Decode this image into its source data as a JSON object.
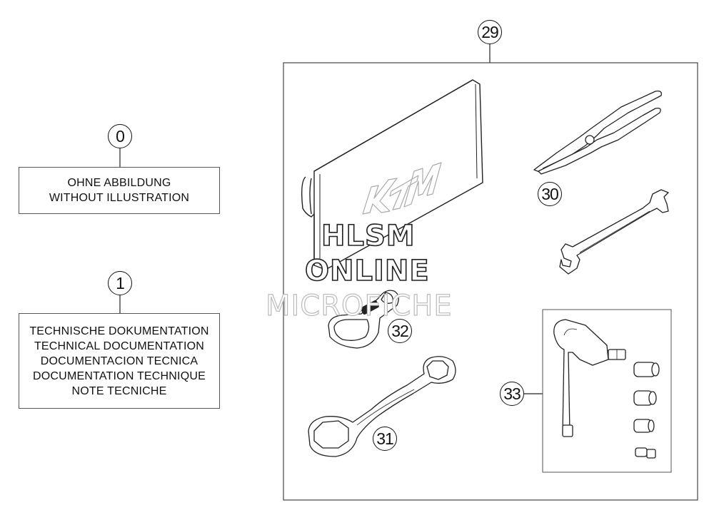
{
  "callouts": {
    "c0": "0",
    "c1": "1",
    "c29": "29",
    "c30": "30",
    "c31": "31",
    "c32": "32",
    "c33": "33"
  },
  "labels": {
    "no_illustration": [
      "OHNE ABBILDUNG",
      "WITHOUT ILLUSTRATION"
    ],
    "technical_documentation": [
      "TECHNISCHE DOKUMENTATION",
      "TECHNICAL DOCUMENTATION",
      "DOCUMENTACION TECNICA",
      "DOCUMENTATION TECHNIQUE",
      "NOTE TECNICHE"
    ]
  },
  "pouch_logo": "KTM",
  "watermark": {
    "line1": "HLSM",
    "line2": "ONLINE",
    "line3": "MICROFICHE"
  },
  "colors": {
    "line": "#222222",
    "box_border": "#555555",
    "watermark_light": "#bbbbbb"
  }
}
